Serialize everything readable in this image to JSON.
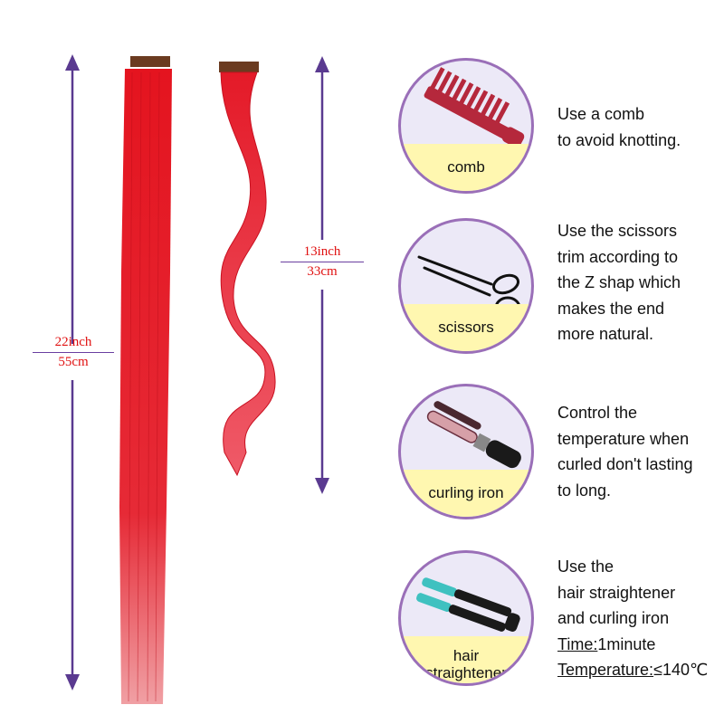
{
  "measurements": {
    "straight": {
      "inch": "22inch",
      "cm": "55cm"
    },
    "wavy": {
      "inch": "13inch",
      "cm": "33cm"
    }
  },
  "colors": {
    "hair_red": "#e0202c",
    "arrow_purple": "#5a3a90",
    "circle_fill": "#ece9f7",
    "circle_border": "#9a6fb8",
    "label_band": "#fff7b0",
    "measure_text": "#e01010"
  },
  "tools": [
    {
      "icon": "comb-icon",
      "label": "comb",
      "lines": [
        "Use a comb",
        "to avoid knotting."
      ]
    },
    {
      "icon": "scissors-icon",
      "label": "scissors",
      "lines": [
        "Use the scissors",
        "trim according to",
        "the Z shap which",
        "makes the end",
        "more natural."
      ]
    },
    {
      "icon": "curling-iron-icon",
      "label": "curling iron",
      "lines": [
        "Control the",
        "temperature when",
        "curled don't lasting",
        "to long."
      ]
    },
    {
      "icon": "hair-straightener-icon",
      "label_line1": "hair",
      "label_line2": "straightener",
      "lines": [
        "Use the",
        "hair straightener",
        "and curling iron"
      ],
      "time_label": "Time:",
      "time_value": "1minute",
      "temp_label": "Temperature:",
      "temp_value": "≤140℃"
    }
  ]
}
